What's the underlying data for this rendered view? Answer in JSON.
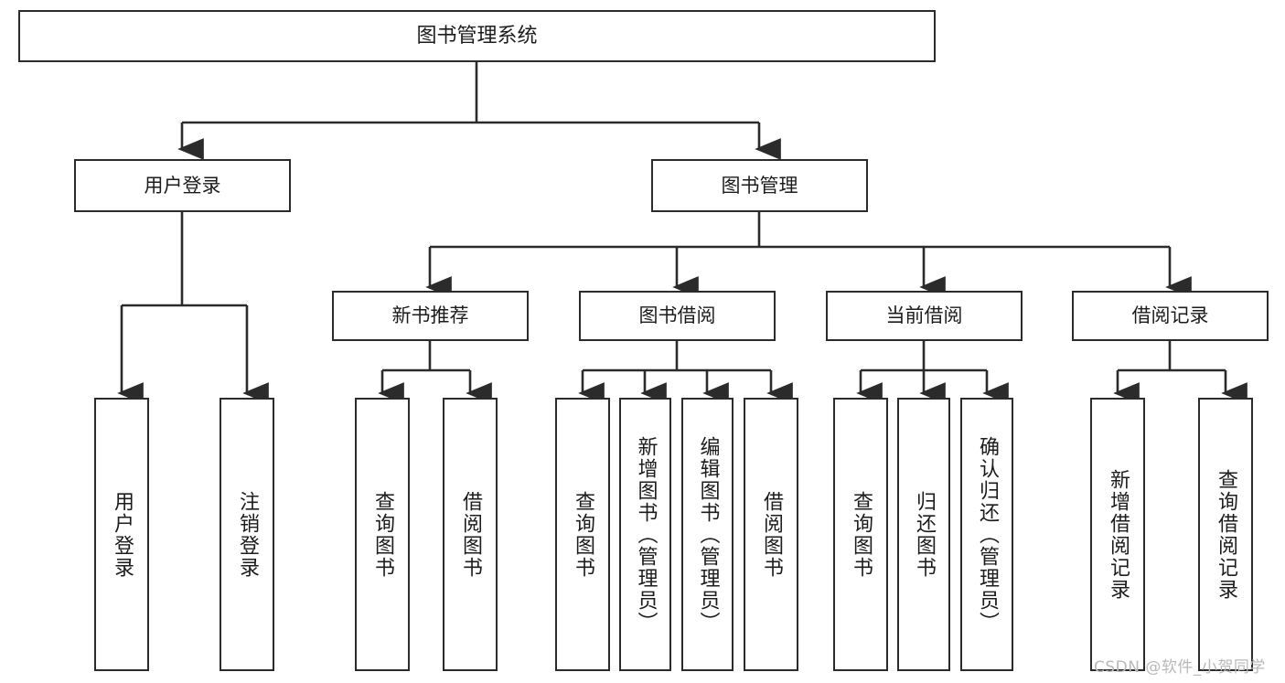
{
  "diagram": {
    "type": "tree",
    "title": "图书管理系统",
    "orientation": "top-down",
    "line_color": "#2b2b2b",
    "box_fill": "#ffffff",
    "text_color": "#1c1c1c"
  },
  "nodes": {
    "root": {
      "label": "图书管理系统"
    },
    "level2": [
      {
        "label": "用户登录"
      },
      {
        "label": "图书管理"
      }
    ],
    "level3": [
      {
        "label": "新书推荐"
      },
      {
        "label": "图书借阅"
      },
      {
        "label": "当前借阅"
      },
      {
        "label": "借阅记录"
      }
    ],
    "leaves": {
      "user_login": [
        {
          "label": "用户登录"
        },
        {
          "label": "注销登录"
        }
      ],
      "new_book": [
        {
          "label": "查询图书"
        },
        {
          "label": "借阅图书"
        }
      ],
      "book_borrow": [
        {
          "label": "查询图书"
        },
        {
          "label": "新增图书（管理员）"
        },
        {
          "label": "编辑图书（管理员）"
        },
        {
          "label": "借阅图书"
        }
      ],
      "current_borrow": [
        {
          "label": "查询图书"
        },
        {
          "label": "归还图书"
        },
        {
          "label": "确认归还（管理员）"
        }
      ],
      "borrow_record": [
        {
          "label": "新增借阅记录"
        },
        {
          "label": "查询借阅记录"
        }
      ]
    }
  },
  "watermark": {
    "text": "CSDN @软件_小贺同学"
  }
}
